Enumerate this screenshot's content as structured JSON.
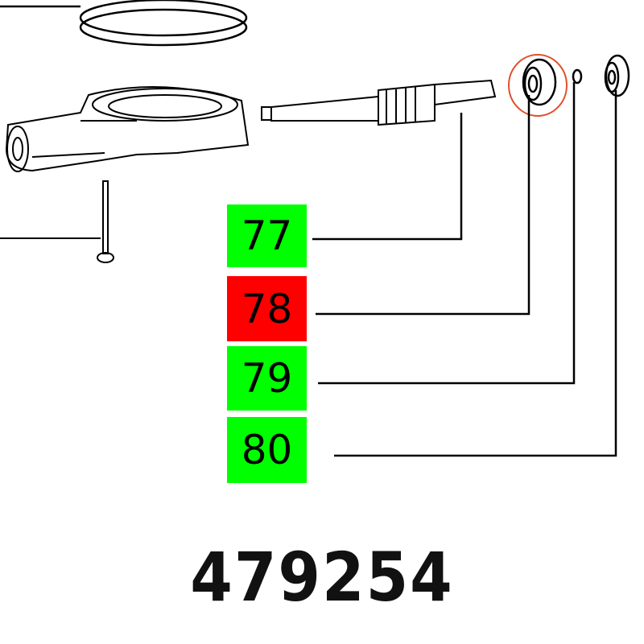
{
  "labels": [
    {
      "text": "77",
      "color": "#00ff00",
      "highlighted": false
    },
    {
      "text": "78",
      "color": "#ff0000",
      "highlighted": true
    },
    {
      "text": "79",
      "color": "#00ff00",
      "highlighted": false
    },
    {
      "text": "80",
      "color": "#00ff00",
      "highlighted": false
    }
  ],
  "part_number": "479254",
  "highlight_color": "#e0502a"
}
